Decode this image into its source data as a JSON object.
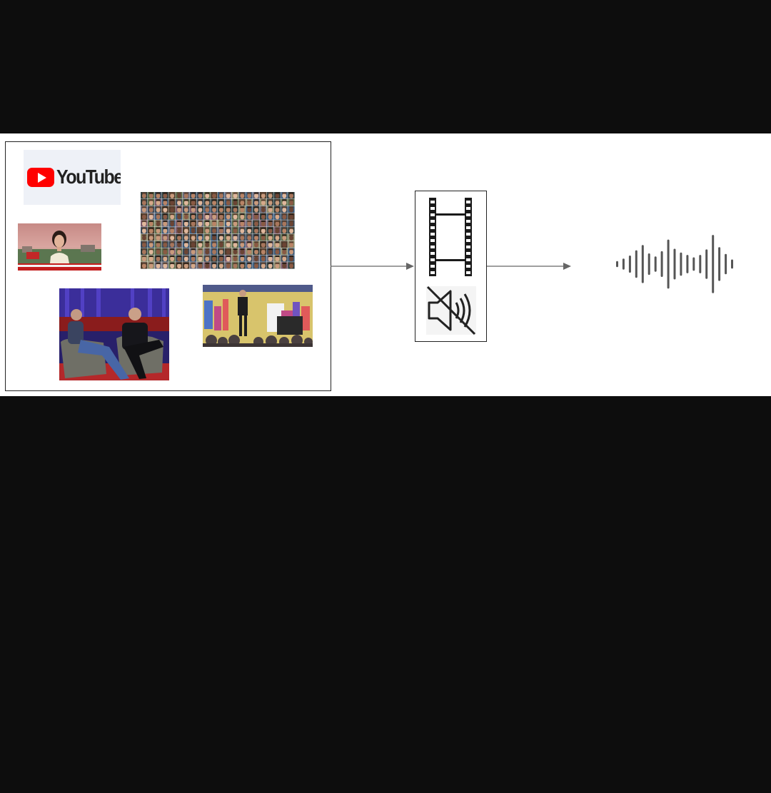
{
  "source_panel": {
    "logo_text": "YouTube",
    "thumbnails": [
      "youtube-logo",
      "news-anchor-still",
      "face-grid-mosaic",
      "interview-stage-still",
      "lecture-stage-still"
    ]
  },
  "video_panel": {
    "icons": [
      "film-strip-icon",
      "speaker-muted-icon"
    ]
  },
  "output": {
    "icon": "audio-waveform-icon",
    "bar_levels": [
      0.1,
      0.18,
      0.28,
      0.45,
      0.62,
      0.35,
      0.25,
      0.42,
      0.8,
      0.5,
      0.38,
      0.3,
      0.22,
      0.3,
      0.48,
      0.95,
      0.55,
      0.33,
      0.15
    ]
  },
  "colors": {
    "background": "#0d0d0d",
    "band": "#ffffff",
    "youtube_red": "#ff0000",
    "arrow": "#666666"
  }
}
